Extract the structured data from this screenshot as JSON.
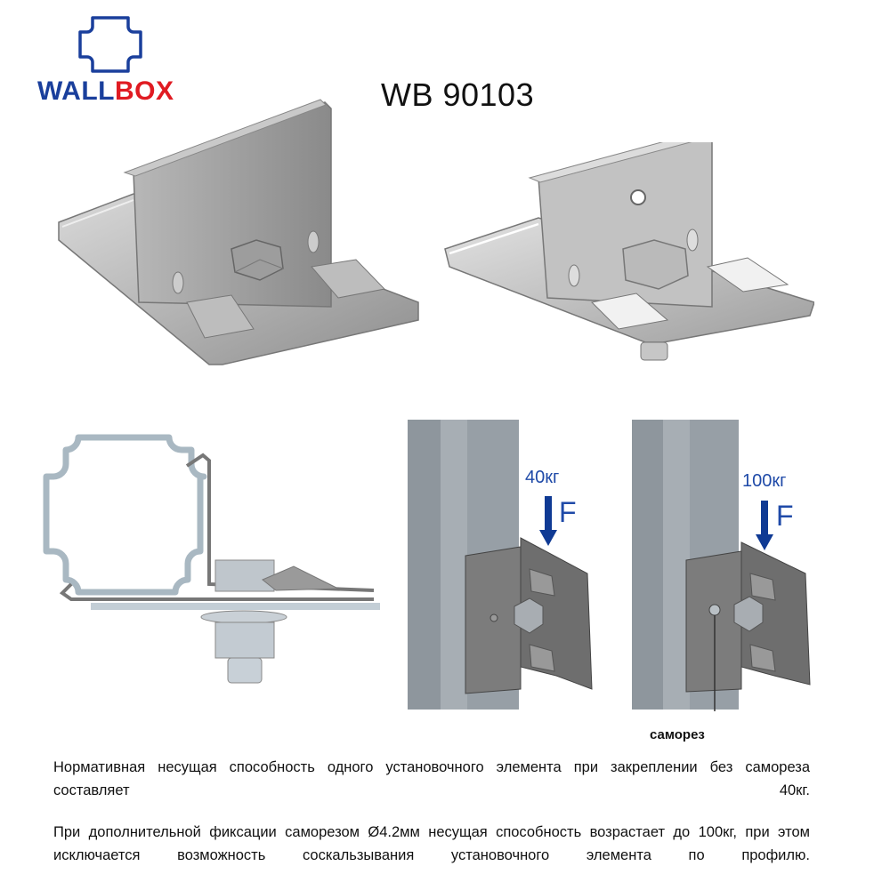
{
  "header": {
    "logo": {
      "icon": "cross-frame-logo-icon",
      "text_part1": "WALL",
      "text_part2": "BOX",
      "color_part1": "#1a3f9c",
      "color_part2": "#e01b22"
    },
    "model_code": "WB 90103"
  },
  "illustrations": {
    "product_views": [
      {
        "name": "bracket-view-front-solid",
        "description": "Steel mounting bracket with hex bolt, no screw hole"
      },
      {
        "name": "bracket-view-front-with-hole",
        "description": "Steel mounting bracket with hex bolt and screw hole"
      }
    ],
    "cross_section": {
      "name": "profile-cross-section",
      "description": "Bracket mounted on cross-shaped profile with bolt and nut"
    },
    "load_diagrams": [
      {
        "load_label": "40кг",
        "force_label": "F",
        "screw": false
      },
      {
        "load_label": "100кг",
        "force_label": "F",
        "screw": true,
        "callout": "саморез"
      }
    ]
  },
  "text": {
    "paragraph1": "Нормативная несущая способность одного установочного элемента при закреплении без самореза составляет 40кг.",
    "paragraph2": "При дополнительной фиксации саморезом Ø4.2мм несущая способность возрастает до 100кг, при этом исключается возможность соскальзывания установочного элемента по профилю."
  },
  "colors": {
    "accent_blue": "#1f4aa8",
    "arrow_blue": "#0f3a94",
    "logo_red": "#e01b22"
  }
}
